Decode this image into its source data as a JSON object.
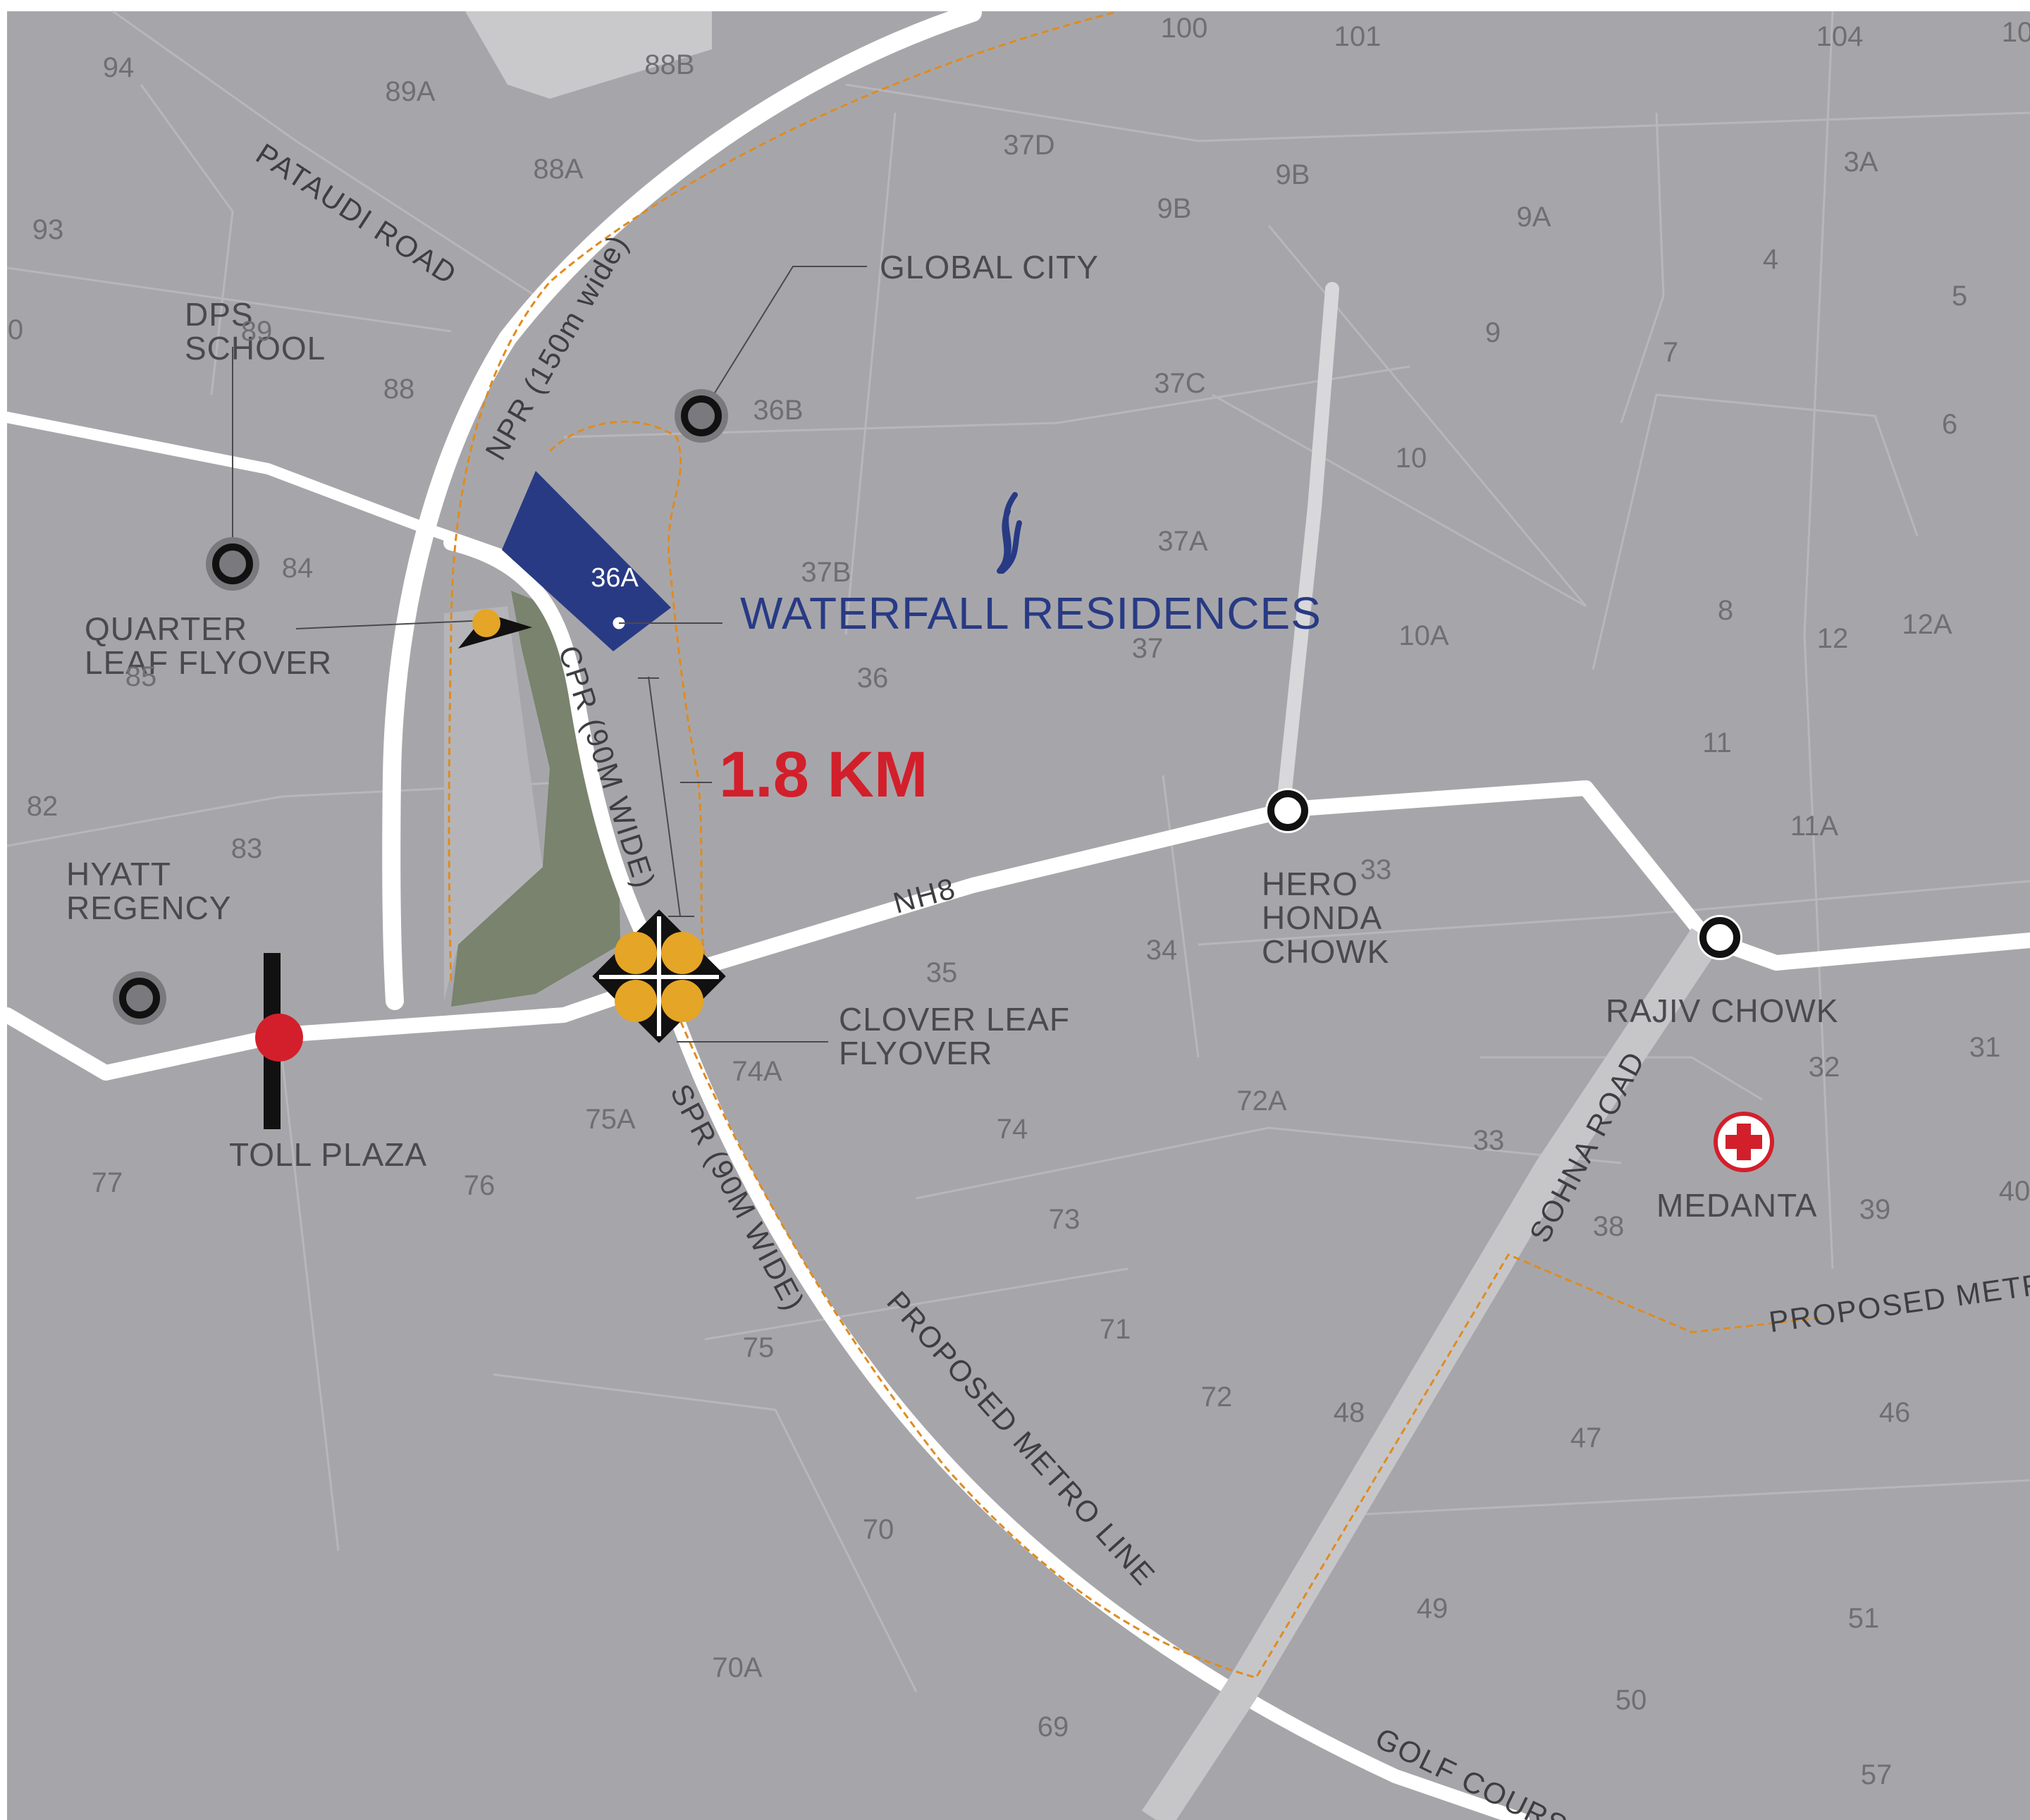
{
  "title": "WATERFALL RESIDENCES",
  "project_plot": "36A",
  "distance": "1.8 KM",
  "landmarks": {
    "global_city": "GLOBAL CITY",
    "dps_school": [
      "DPS",
      "SCHOOL"
    ],
    "quarter_leaf": [
      "QUARTER",
      "LEAF FLYOVER"
    ],
    "hyatt": [
      "HYATT",
      "REGENCY"
    ],
    "toll": "TOLL PLAZA",
    "clover_leaf": [
      "CLOVER LEAF",
      "FLYOVER"
    ],
    "hero_honda": [
      "HERO",
      "HONDA",
      "CHOWK"
    ],
    "rajiv_chowk": "RAJIV CHOWK",
    "medanta": "MEDANTA"
  },
  "roads": {
    "npr": "NPR (150m wide)",
    "pataudi": "PATAUDI ROAD",
    "cpr": "CPR (90M WIDE)",
    "spr": "SPR (90M WIDE)",
    "nh8": "NH8",
    "sohna": "SOHNA ROAD",
    "metro": "PROPOSED METRO LINE",
    "metro_east": "PROPOSED METRO",
    "golf": "GOLF COURSE"
  },
  "sectors": [
    "94",
    "89A",
    "88B",
    "100",
    "101",
    "104",
    "10",
    "93",
    "88A",
    "37D",
    "9B",
    "9B",
    "3A",
    "9A",
    "4",
    "5",
    "89",
    "9",
    "7",
    "88",
    "36B",
    "37C",
    "10",
    "6",
    "84",
    "37B",
    "37A",
    "85",
    "36",
    "37",
    "10A",
    "8",
    "12",
    "12A",
    "11",
    "11A",
    "82",
    "83",
    "33",
    "34",
    "35",
    "31",
    "32",
    "74A",
    "72A",
    "75A",
    "33",
    "77",
    "76",
    "74",
    "40",
    "73",
    "38",
    "39",
    "71",
    "75",
    "72",
    "48",
    "47",
    "46",
    "70",
    "49",
    "51",
    "70A",
    "50",
    "69",
    "57",
    "0"
  ],
  "colors": {
    "background": "#a6a6aa",
    "road": "#ffffff",
    "brand": "#283a84",
    "distance": "#d21f2b",
    "flyover": "#e5a526",
    "green_belt": "#79836d",
    "metro_line": "#e08b1f"
  },
  "icons": [
    "location-ring-icon",
    "toll-plaza-icon",
    "hospital-cross-icon",
    "waterfall-logo-icon"
  ]
}
